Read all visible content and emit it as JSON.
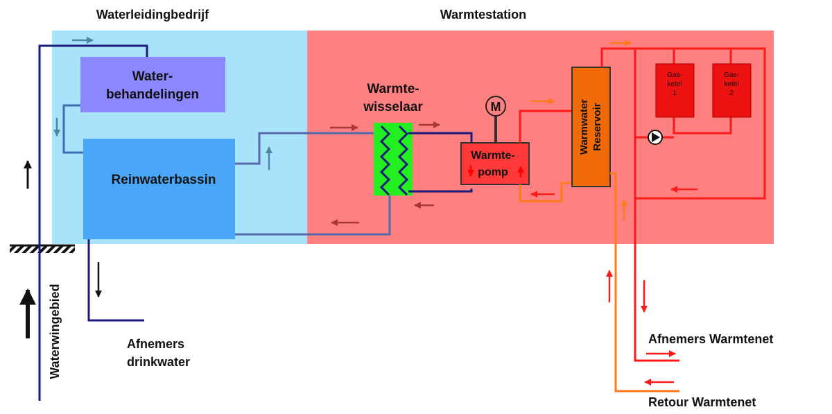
{
  "regions": {
    "water_company": "Waterleidingbedrijf",
    "heat_station": "Warmtestation"
  },
  "components": {
    "water_treatment": [
      "Water-",
      "behandelingen"
    ],
    "clean_water_basin": "Reinwaterbassin",
    "heat_exchanger": [
      "Warmte-",
      "wisselaar"
    ],
    "heat_pump": [
      "Warmte-",
      "pomp"
    ],
    "motor": "M",
    "hot_water_reservoir": [
      "Warmwater",
      "Reservoir"
    ],
    "gas_boiler_1": [
      "Gas-",
      "ketel",
      "1"
    ],
    "gas_boiler_2": [
      "Gas-",
      "ketel",
      "2"
    ]
  },
  "labels": {
    "catchment": "Waterwingebied",
    "drinking_water_consumers": [
      "Afnemers",
      "drinkwater"
    ],
    "heat_network_consumers": "Afnemers Warmtenet",
    "heat_network_return": "Retour Warmtenet"
  },
  "colors": {
    "water_zone": "#a8e2fb",
    "heat_zone": "#ff8080",
    "treatment_box": "#8b87ff",
    "basin_box": "#4aa6f6",
    "exchanger": "#22ee22",
    "heat_pump": "#ff3838",
    "reservoir": "#f06a08",
    "gas_boiler": "#ee1111",
    "dark_pipe": "#1a1a7a",
    "hot_pipe": "#ff1a1a",
    "orange_pipe": "#ff7a1a"
  }
}
